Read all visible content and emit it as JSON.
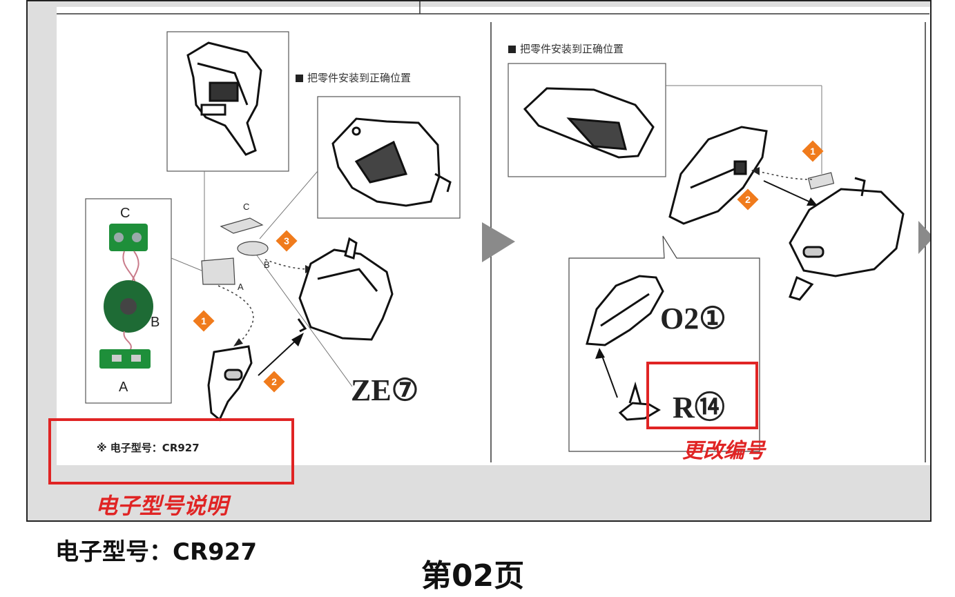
{
  "instruction_page": {
    "left_panel": {
      "note": "把零件安装到正确位置",
      "board_labels": [
        "C",
        "B",
        "A"
      ],
      "part_labels": [
        "C",
        "B",
        "A"
      ],
      "steps": [
        "1",
        "2",
        "3"
      ],
      "part_code": "ZE⑦",
      "electronic_note": "※ 电子型号：CR927"
    },
    "right_panel": {
      "note": "把零件安装到正确位置",
      "steps": [
        "1",
        "2"
      ],
      "part_code_1": "O2①",
      "part_code_2": "R⑭"
    },
    "annotations": {
      "electronic_model_explain": "电子型号说明",
      "change_number": "更改编号"
    }
  },
  "footer": {
    "electronic_model": "电子型号：CR927",
    "page_number": "第02页"
  },
  "colors": {
    "highlight_red": "#e02424",
    "step_orange": "#f07b1c",
    "frame_gray": "#dedede",
    "arrow_gray": "#8a8a8a"
  }
}
